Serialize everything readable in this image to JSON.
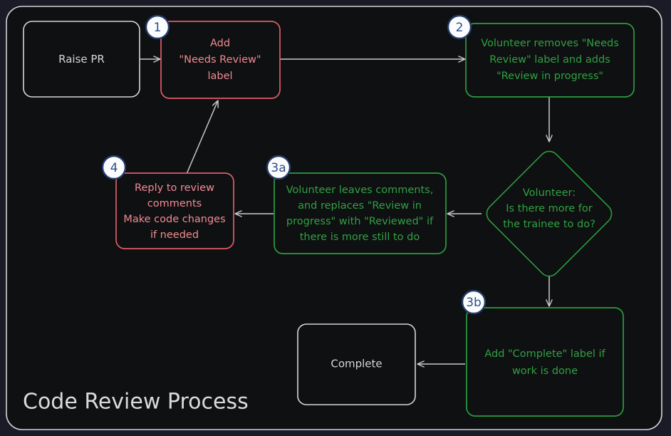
{
  "canvas": {
    "title": "Code Review Process",
    "outer_background": "#1a1b26",
    "frame_background": "#0f1011",
    "frame_stroke": "#d0d2d6"
  },
  "palette": {
    "red_stroke": "#e05c6a",
    "red_text": "#f08a94",
    "red_text_dark": "#e05c6a",
    "green_stroke": "#2a9d3f",
    "green_text": "#2fa143",
    "neutral_stroke": "#d4d6da",
    "neutral_text": "#d4d6da",
    "arrow_color": "#c8cacf",
    "badge_fill": "#fbfcfe",
    "badge_stroke": "#243b6b",
    "badge_text": "#2d4f86",
    "node_fill": "#0f1011"
  },
  "nodes": [
    {
      "id": "raise-pr",
      "name": "raise-pr-node",
      "shape": "rounded-rect",
      "style": "neutral",
      "badge": null,
      "lines": [
        "Raise PR"
      ]
    },
    {
      "id": "add-needs-review",
      "name": "add-needs-review-label-node",
      "shape": "rounded-rect",
      "style": "red",
      "badge": "1",
      "lines": [
        "Add",
        "\"Needs Review\"",
        "label"
      ]
    },
    {
      "id": "volunteer-removes",
      "name": "volunteer-removes-label-node",
      "shape": "rounded-rect",
      "style": "green",
      "badge": "2",
      "lines": [
        "Volunteer removes \"Needs",
        "Review\" label and adds",
        "\"Review in progress\""
      ]
    },
    {
      "id": "decision",
      "name": "decision-more-work-node",
      "shape": "diamond",
      "style": "green",
      "badge": null,
      "lines": [
        "Volunteer:",
        "Is there more for",
        "the trainee to do?"
      ]
    },
    {
      "id": "volunteer-comments",
      "name": "volunteer-leaves-comments-node",
      "shape": "rounded-rect",
      "style": "green",
      "badge": "3a",
      "lines": [
        "Volunteer leaves comments,",
        "and replaces \"Review in",
        "progress\" with \"Reviewed\" if",
        "there is more still to do"
      ]
    },
    {
      "id": "reply-to-review",
      "name": "reply-to-review-comments-node",
      "shape": "rounded-rect",
      "style": "red",
      "badge": "4",
      "lines": [
        "Reply to review",
        "comments",
        "Make code changes",
        "if needed"
      ]
    },
    {
      "id": "add-complete",
      "name": "add-complete-label-node",
      "shape": "rounded-rect",
      "style": "green",
      "badge": "3b",
      "lines": [
        "Add \"Complete\" label if",
        "work is done"
      ]
    },
    {
      "id": "complete",
      "name": "complete-node",
      "shape": "rounded-rect",
      "style": "neutral",
      "badge": null,
      "lines": [
        "Complete"
      ]
    }
  ],
  "edges": [
    {
      "name": "edge-raise-pr-to-add-needs-review",
      "from": "raise-pr",
      "to": "add-needs-review",
      "label": ""
    },
    {
      "name": "edge-add-needs-review-to-volunteer-removes",
      "from": "add-needs-review",
      "to": "volunteer-removes",
      "label": ""
    },
    {
      "name": "edge-volunteer-removes-to-decision",
      "from": "volunteer-removes",
      "to": "decision",
      "label": ""
    },
    {
      "name": "edge-decision-to-volunteer-comments",
      "from": "decision",
      "to": "volunteer-comments",
      "label": ""
    },
    {
      "name": "edge-decision-to-add-complete",
      "from": "decision",
      "to": "add-complete",
      "label": ""
    },
    {
      "name": "edge-volunteer-comments-to-reply",
      "from": "volunteer-comments",
      "to": "reply-to-review",
      "label": ""
    },
    {
      "name": "edge-reply-to-add-needs-review",
      "from": "reply-to-review",
      "to": "add-needs-review",
      "label": ""
    },
    {
      "name": "edge-add-complete-to-complete",
      "from": "add-complete",
      "to": "complete",
      "label": ""
    }
  ]
}
